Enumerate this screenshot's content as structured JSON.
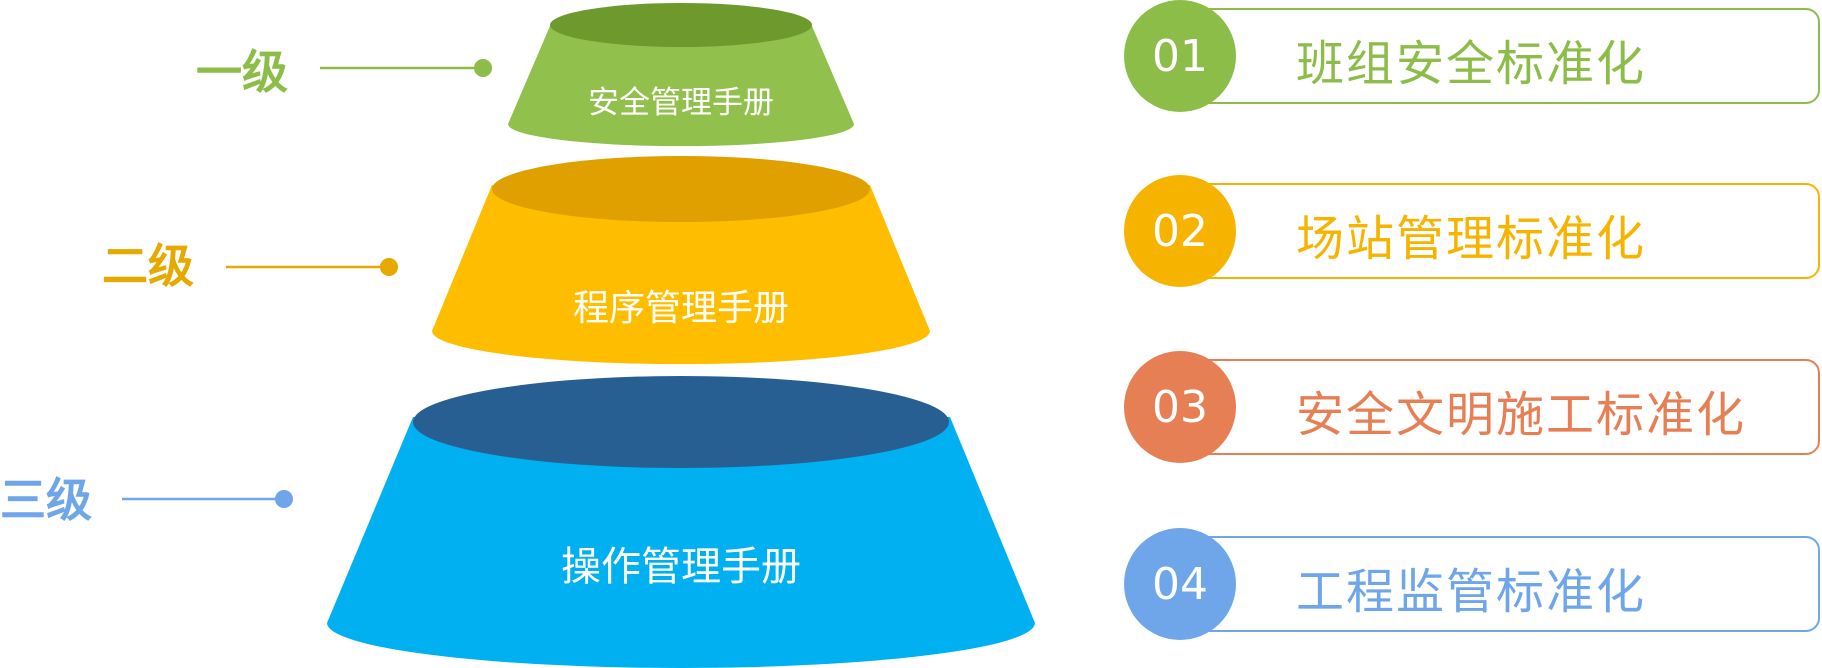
{
  "levels": [
    {
      "label": "一级",
      "color": "#8cbd48"
    },
    {
      "label": "二级",
      "color": "#e6a900"
    },
    {
      "label": "三级",
      "color": "#6fa6ea"
    }
  ],
  "tiers": [
    {
      "label": "安全管理手册",
      "body_color": "#92c04c",
      "top_color": "#6e9a2d"
    },
    {
      "label": "程序管理手册",
      "body_color": "#ffbd00",
      "top_color": "#e0a000"
    },
    {
      "label": "操作管理手册",
      "body_color": "#00b0f0",
      "top_color": "#275f93"
    }
  ],
  "items": [
    {
      "number": "01",
      "label": "班组安全标准化",
      "color": "#8cbd48"
    },
    {
      "number": "02",
      "label": "场站管理标准化",
      "color": "#f6b400"
    },
    {
      "number": "03",
      "label": "安全文明施工标准化",
      "color": "#e77f55"
    },
    {
      "number": "04",
      "label": "工程监管标准化",
      "color": "#6fa6ea"
    }
  ]
}
